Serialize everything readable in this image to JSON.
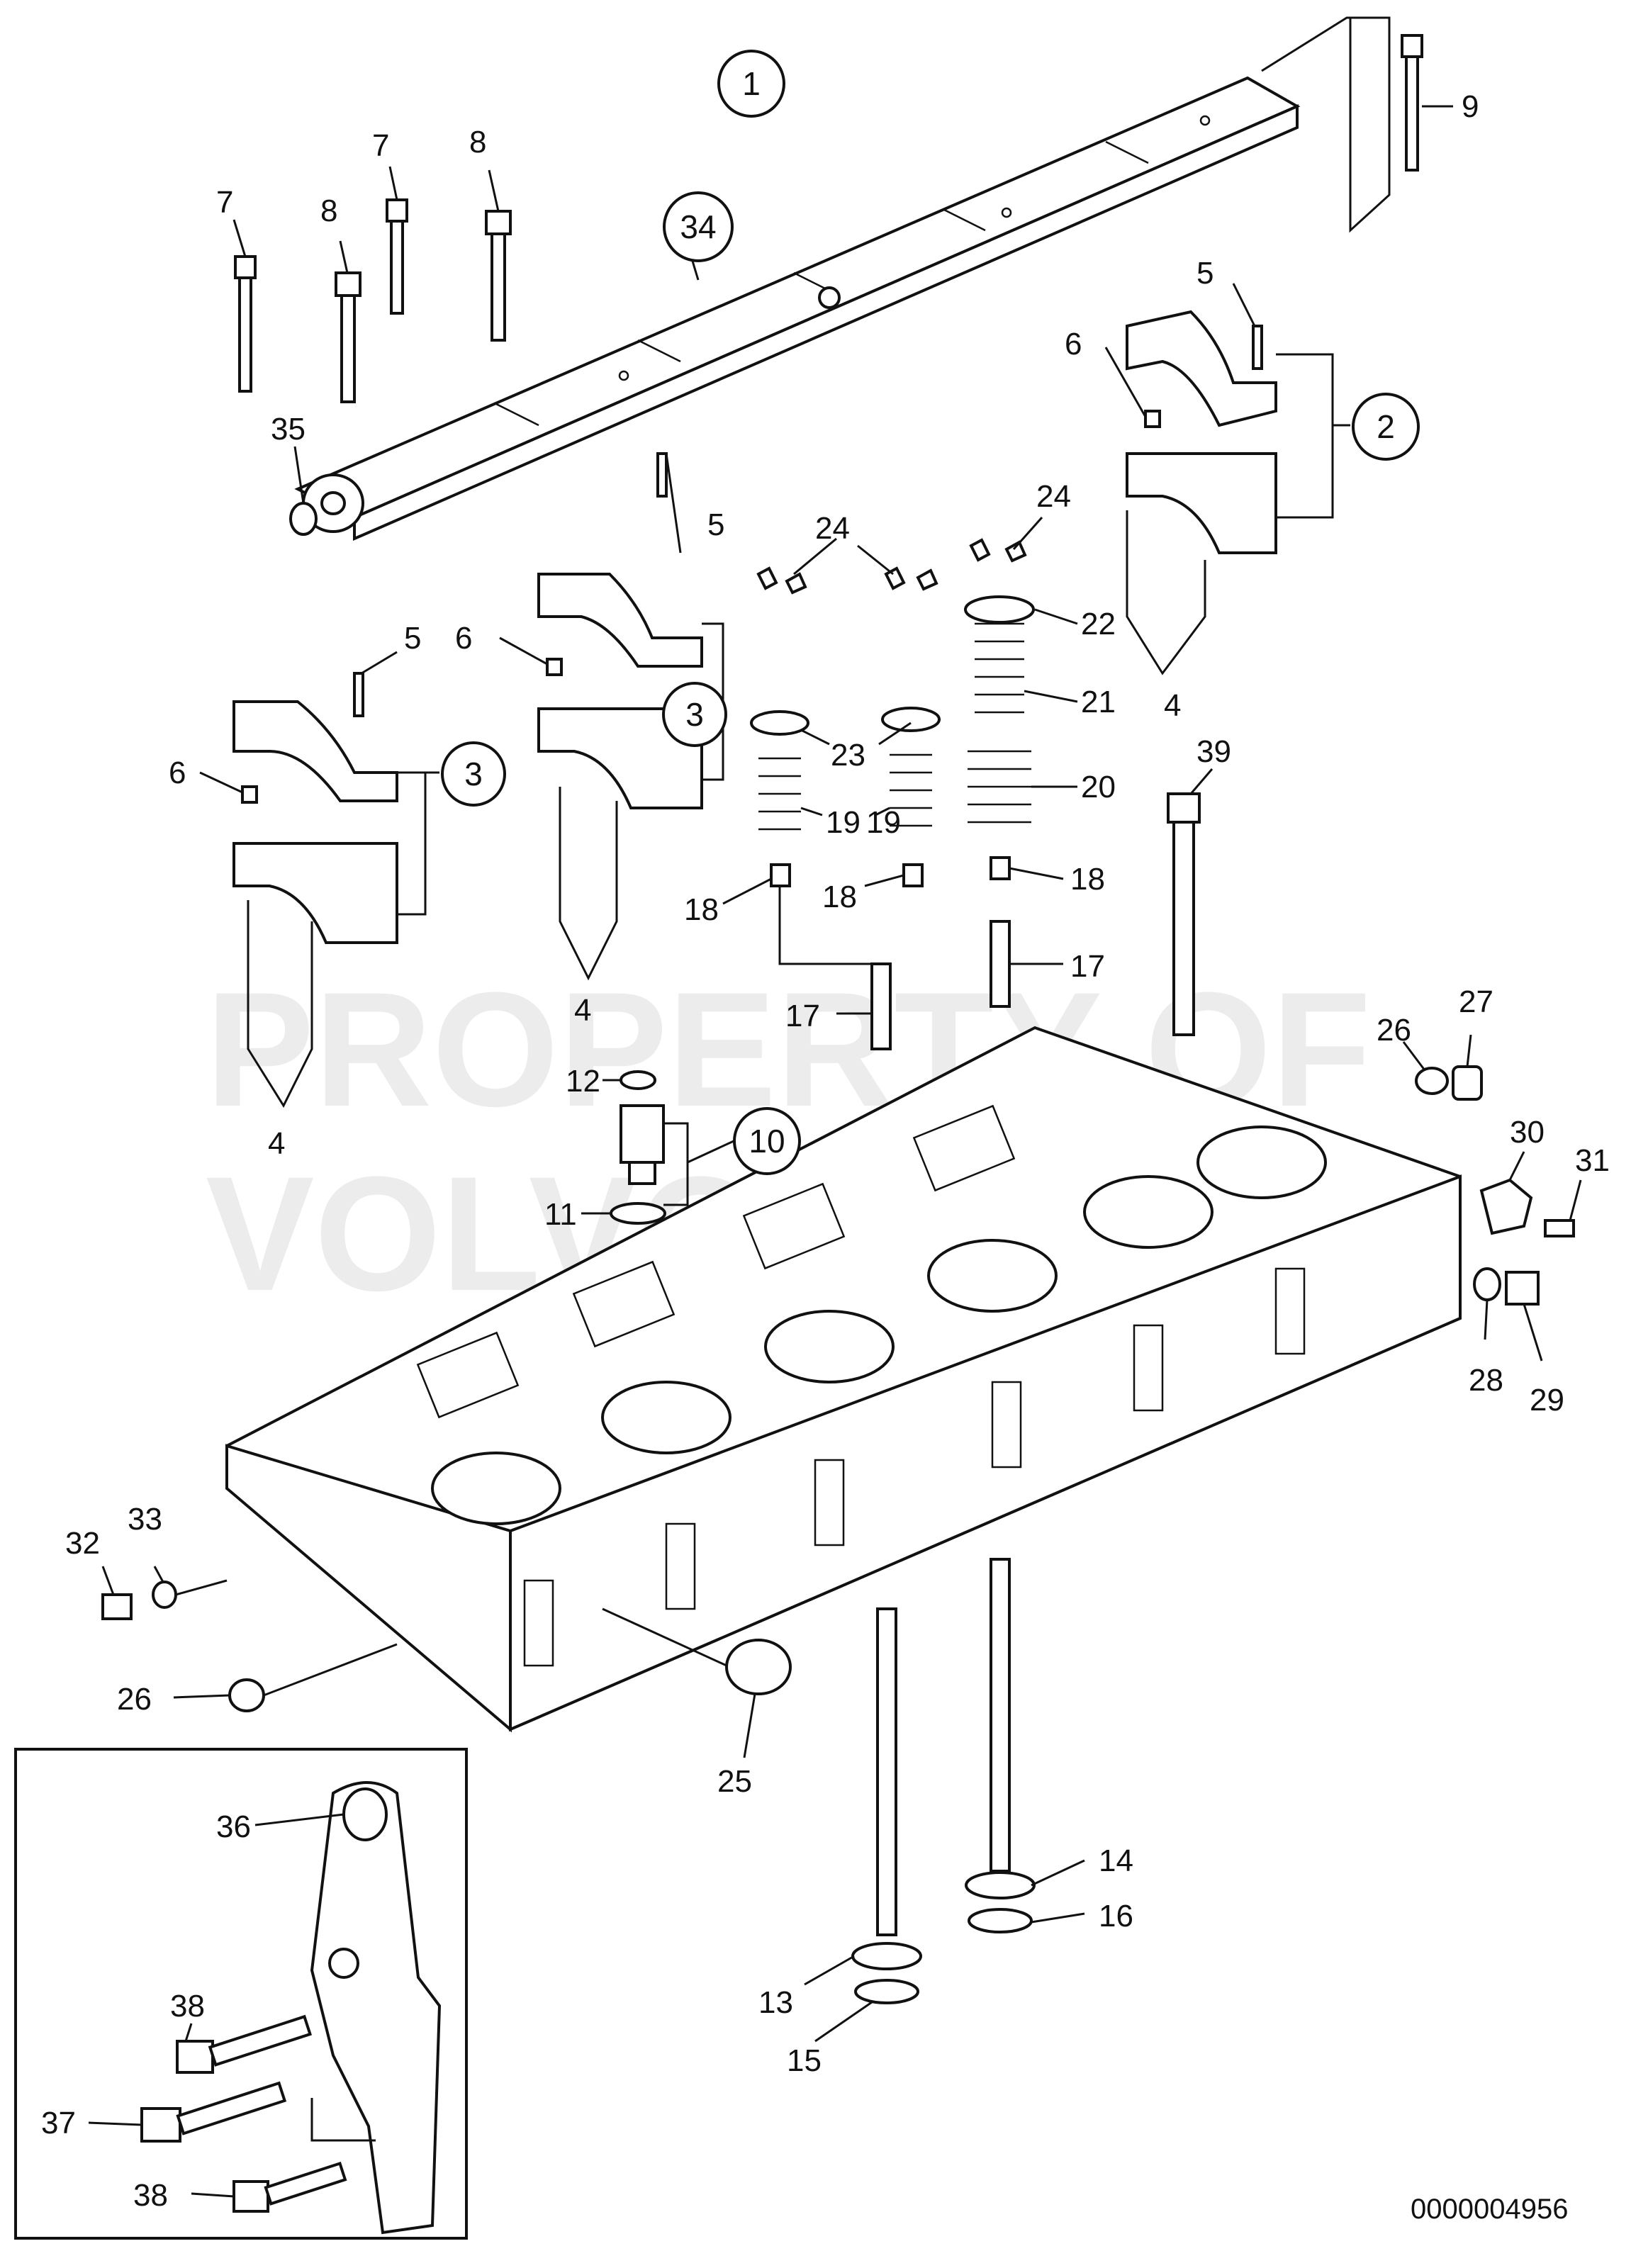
{
  "drawing_number": "0000004956",
  "watermark": {
    "line1": "PROPERTY OF",
    "line2": "VOLVO PENTA"
  },
  "circled_callouts": [
    {
      "label": "1"
    },
    {
      "label": "34"
    },
    {
      "label": "2"
    },
    {
      "label": "3"
    },
    {
      "label": "3"
    },
    {
      "label": "10"
    }
  ],
  "callouts": [
    {
      "label": "9"
    },
    {
      "label": "7"
    },
    {
      "label": "8"
    },
    {
      "label": "7"
    },
    {
      "label": "8"
    },
    {
      "label": "35"
    },
    {
      "label": "5"
    },
    {
      "label": "6"
    },
    {
      "label": "5"
    },
    {
      "label": "6"
    },
    {
      "label": "5"
    },
    {
      "label": "6"
    },
    {
      "label": "4"
    },
    {
      "label": "4"
    },
    {
      "label": "4"
    },
    {
      "label": "24"
    },
    {
      "label": "24"
    },
    {
      "label": "22"
    },
    {
      "label": "21"
    },
    {
      "label": "23"
    },
    {
      "label": "20"
    },
    {
      "label": "19"
    },
    {
      "label": "19"
    },
    {
      "label": "18"
    },
    {
      "label": "18"
    },
    {
      "label": "18"
    },
    {
      "label": "17"
    },
    {
      "label": "17"
    },
    {
      "label": "39"
    },
    {
      "label": "12"
    },
    {
      "label": "11"
    },
    {
      "label": "26"
    },
    {
      "label": "27"
    },
    {
      "label": "30"
    },
    {
      "label": "31"
    },
    {
      "label": "28"
    },
    {
      "label": "29"
    },
    {
      "label": "32"
    },
    {
      "label": "33"
    },
    {
      "label": "26"
    },
    {
      "label": "25"
    },
    {
      "label": "14"
    },
    {
      "label": "16"
    },
    {
      "label": "13"
    },
    {
      "label": "15"
    },
    {
      "label": "36"
    },
    {
      "label": "38"
    },
    {
      "label": "37"
    },
    {
      "label": "38"
    }
  ]
}
